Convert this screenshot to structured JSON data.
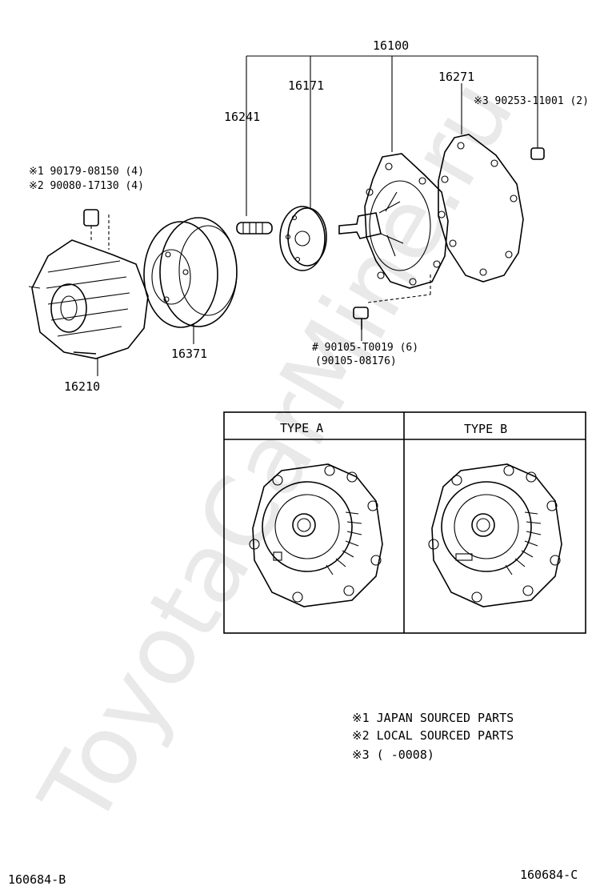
{
  "watermark": "ToyotaCarMine.ru",
  "labels": {
    "assembly": "16100",
    "gasket": "16271",
    "plate": "16171",
    "stud": "16241",
    "fan_coupling": "16210",
    "pulley": "16371",
    "note3_part": "※3 90253-11001 (2)",
    "note1_part": "※1 90179-08150 (4)",
    "note2_part": "※2 90080-17130 (4)",
    "bolt_part": "# 90105-T0019 (6)",
    "bolt_alt": "(90105-08176)"
  },
  "types": {
    "a": "TYPE  A",
    "b": "TYPE  B"
  },
  "legend": [
    "※1  JAPAN  SOURCED  PARTS",
    "※2  LOCAL  SOURCED  PARTS",
    "※3  (       -0008)"
  ],
  "footer": {
    "left": "160684-B",
    "right": "160684-C"
  }
}
